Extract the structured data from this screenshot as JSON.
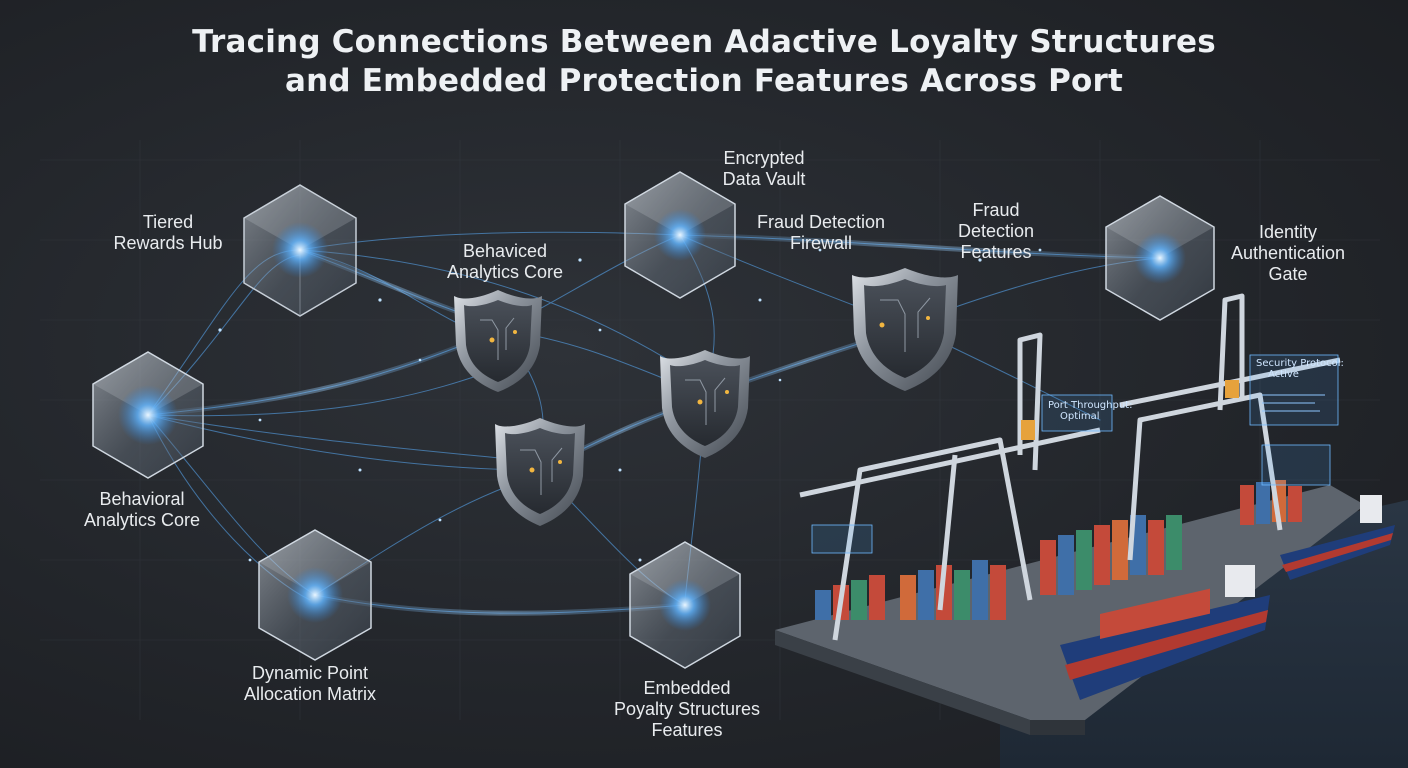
{
  "title": {
    "line1": "Tracing Connections Between Adactive Loyalty Structures",
    "line2": "and Embedded Protection Features Across Port"
  },
  "nodes": {
    "tiered_rewards_hub": {
      "line1": "Tiered",
      "line2": "Rewards Hub"
    },
    "behavioral_analytics_core": {
      "line1": "Behavioral",
      "line2": "Analytics Core"
    },
    "behaviced_analytics_core": {
      "line1": "Behaviced",
      "line2": "Analytics Core"
    },
    "dynamic_point_allocation_matrix": {
      "line1": "Dynamic Point",
      "line2": "Allocation Matrix"
    },
    "encrypted_data_vault": {
      "line1": "Encrypted",
      "line2": "Data Vault"
    },
    "fraud_detection_firewall": {
      "line1": "Fraud Detection",
      "line2": "Firewall"
    },
    "fraud_detection_features": {
      "line1": "Fraud",
      "line2": "Detection",
      "line3": "Features"
    },
    "identity_authentication_gate": {
      "line1": "Identity",
      "line2": "Authentication",
      "line3": "Gate"
    },
    "embedded_poyalty_structures": {
      "line1": "Embedded",
      "line2": "Poyalty Structures",
      "line3": "Features"
    }
  },
  "hud": {
    "port_throughput_label": "Port Throughput:",
    "port_throughput_value": "Optimal",
    "security_protocol_label": "Security Protocol:",
    "security_protocol_value": "Active"
  },
  "colors": {
    "background": "#23262b",
    "glow": "#4aa8ff",
    "hex_face": "#b9c3ce",
    "shield": "#3b4048",
    "circuit": "#f2b640"
  }
}
